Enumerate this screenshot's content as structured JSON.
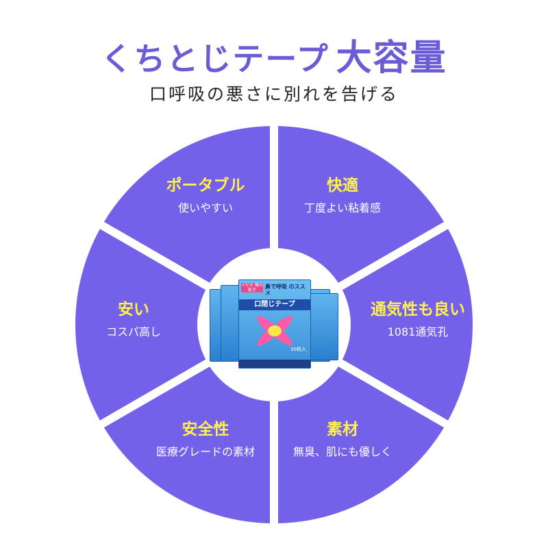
{
  "header": {
    "title": "くちとじテープ",
    "title_emphasis": "大容量",
    "subtitle": "口呼吸の悪さに別れを告げる"
  },
  "colors": {
    "segment": "#7461e9",
    "title": "#6a5bd6",
    "heading": "#fff34a",
    "center": "#ffffff"
  },
  "segments": [
    {
      "heading": "ポータブル",
      "sub": "使いやすい"
    },
    {
      "heading": "快適",
      "sub": "丁度よい粘着感"
    },
    {
      "heading": "通気性も良い",
      "sub": "1081通気孔"
    },
    {
      "heading": "素材",
      "sub": "無臭、肌にも優しく"
    },
    {
      "heading": "安全性",
      "sub": "医療グレードの素材"
    },
    {
      "heading": "安い",
      "sub": "コスパ高し"
    }
  ],
  "product": {
    "tag": "イビキ 喉の乾き",
    "head": "鼻で呼吸 のススメ",
    "band": "口閉じテープ",
    "count": "30枚入"
  }
}
